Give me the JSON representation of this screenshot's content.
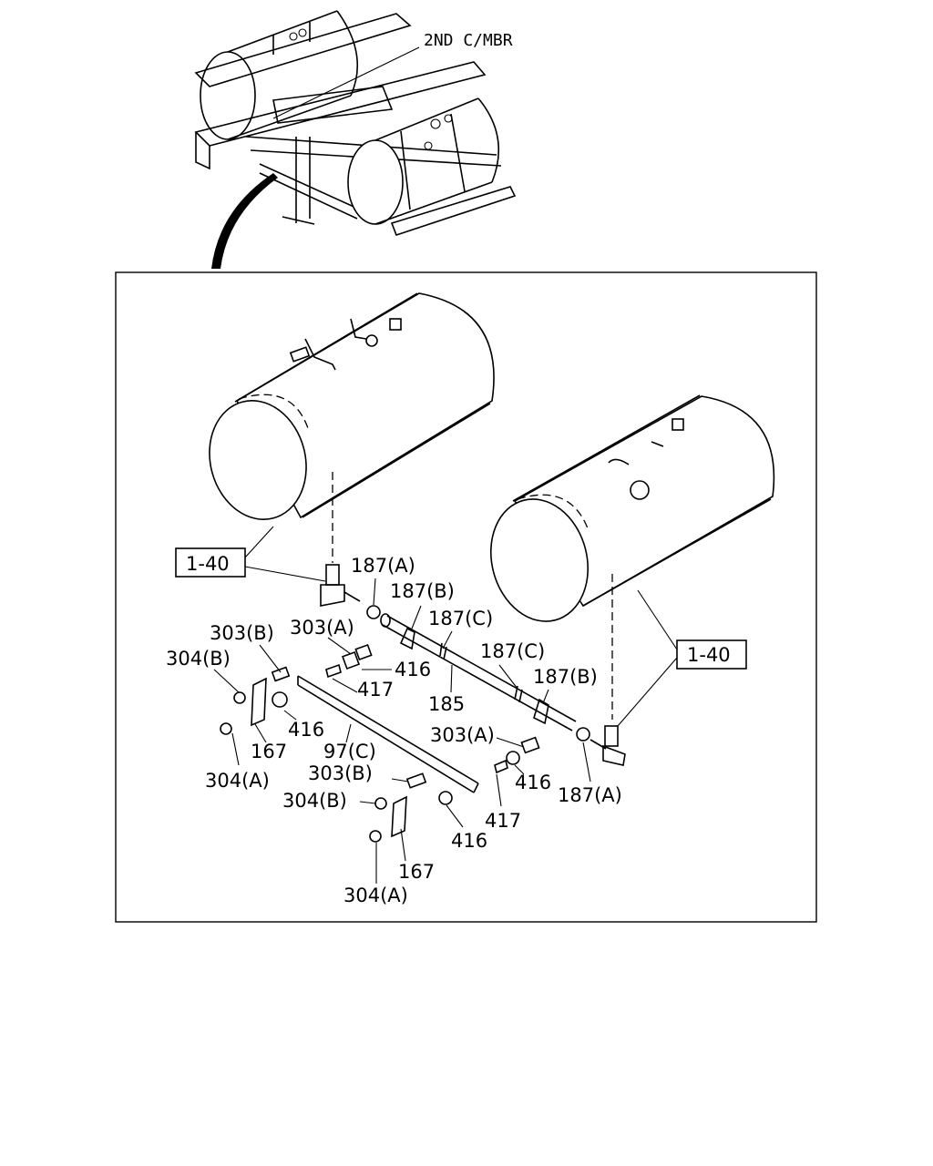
{
  "overview": {
    "member_label": "2ND C/MBR"
  },
  "refs": {
    "left": "1-40",
    "right": "1-40"
  },
  "parts": {
    "p187a_top": "187(A)",
    "p187b_top": "187(B)",
    "p187c_top": "187(C)",
    "p187c_mid": "187(C)",
    "p187b_right": "187(B)",
    "p185": "185",
    "p303b_left": "303(B)",
    "p303a_left": "303(A)",
    "p304b_left": "304(B)",
    "p416_a": "416",
    "p417_a": "417",
    "p416_b": "416",
    "p167_a": "167",
    "p97c": "97(C)",
    "p304a_left": "304(A)",
    "p303a_right": "303(A)",
    "p416_c": "416",
    "p187a_bottom": "187(A)",
    "p303b_mid": "303(B)",
    "p304b_mid": "304(B)",
    "p417_b": "417",
    "p416_d": "416",
    "p167_b": "167",
    "p304a_bottom": "304(A)"
  }
}
